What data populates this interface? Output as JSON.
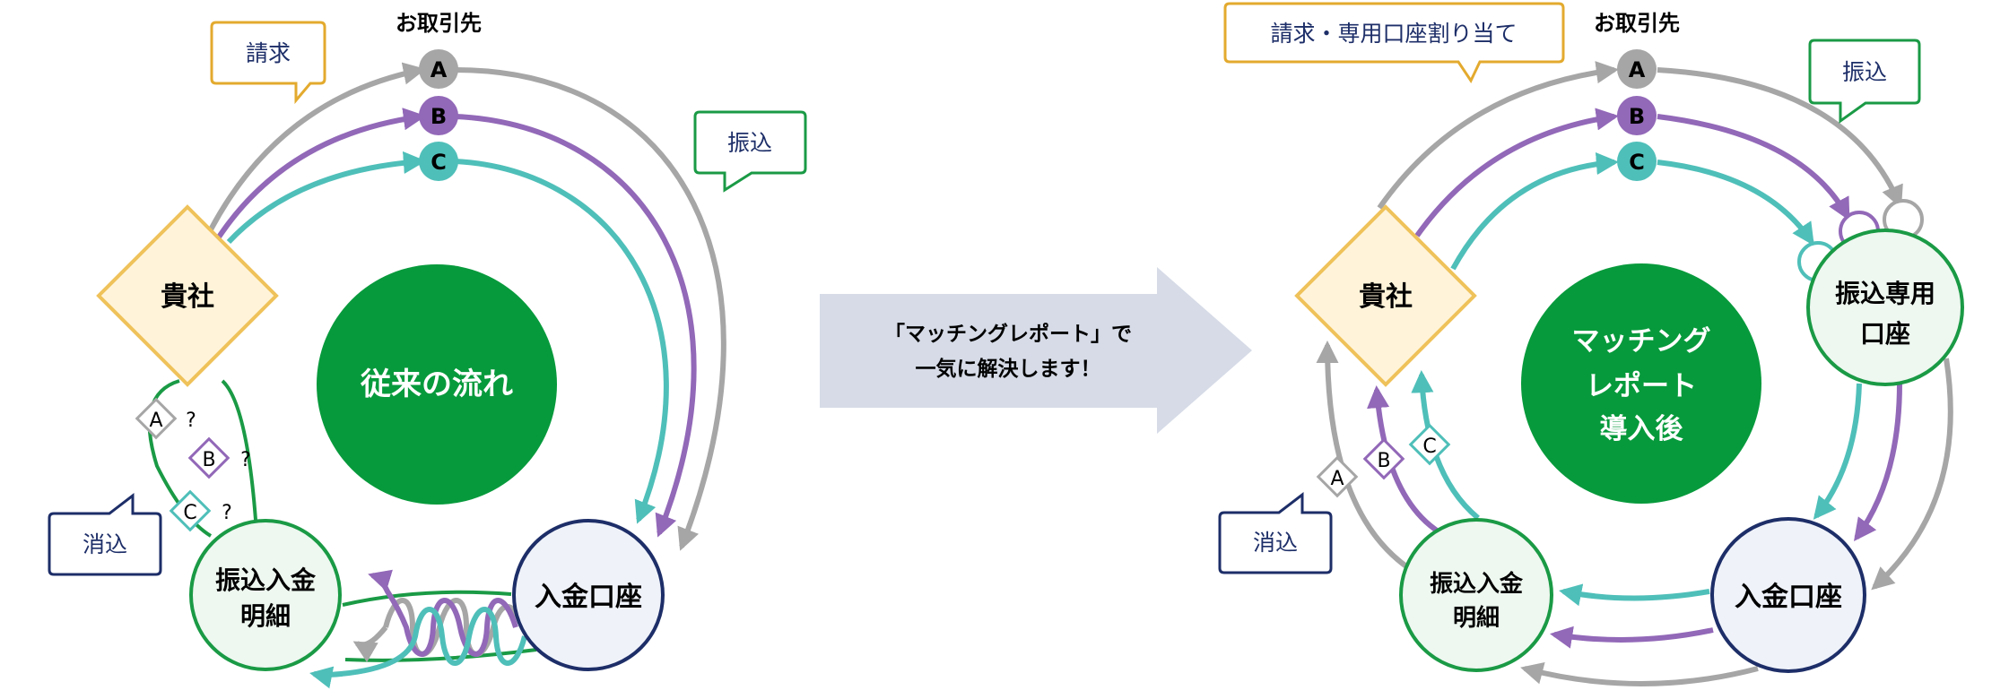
{
  "left": {
    "clients_label": "お取引先",
    "clients": [
      "A",
      "B",
      "C"
    ],
    "company": "貴社",
    "center": "従来の流れ",
    "account": "入金口座",
    "statement": [
      "振込入金",
      "明細"
    ],
    "bubble_invoice": "請求",
    "bubble_transfer": "振込",
    "bubble_reconcile": "消込",
    "unknown_tags": [
      "A",
      "B",
      "C"
    ],
    "question_mark": "?"
  },
  "middle": {
    "line1": "「マッチングレポート」で",
    "line2": "一気に解決します！"
  },
  "right": {
    "clients_label": "お取引先",
    "clients": [
      "A",
      "B",
      "C"
    ],
    "company": "貴社",
    "center": [
      "マッチング",
      "レポート",
      "導入後"
    ],
    "dedicated": [
      "振込専用",
      "口座"
    ],
    "account": "入金口座",
    "statement": [
      "振込入金",
      "明細"
    ],
    "bubble_invoice": "請求・専用口座割り当て",
    "bubble_transfer": "振込",
    "bubble_reconcile": "消込",
    "tags": [
      "A",
      "B",
      "C"
    ]
  },
  "colors": {
    "client_a": "#a6a6a6",
    "client_b": "#9268b8",
    "client_c": "#4fbfb9",
    "green": "#079a3c",
    "line_green": "#1a9a45",
    "navy": "#1d2e68",
    "gold": "#e3aa2e",
    "company_fill": "#fff4da",
    "company_stroke": "#efc25a",
    "arrow_fill": "#d6dbe7"
  }
}
